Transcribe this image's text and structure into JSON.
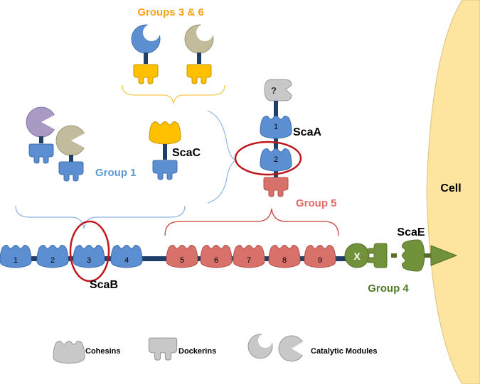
{
  "labels": {
    "groups_3_6": "Groups 3 & 6",
    "group_1": "Group 1",
    "group_5": "Group 5",
    "group_4": "Group 4",
    "scac": "ScaC",
    "scaa": "ScaA",
    "scab": "ScaB",
    "scae": "ScaE",
    "cell": "Cell",
    "unknown_module": "?"
  },
  "scab_cohesins": [
    "1",
    "2",
    "3",
    "4"
  ],
  "scab_cohesins_group5": [
    "5",
    "6",
    "7",
    "8",
    "9"
  ],
  "scaa_cohesins": [
    "1",
    "2"
  ],
  "x_module": "X",
  "legend": {
    "cohesins": "Cohesins",
    "dockerins": "Dockerins",
    "catalytic": "Catalytic Modules"
  },
  "colors": {
    "blue": "#5b8fd1",
    "red": "#d9716b",
    "green": "#71913a",
    "orange": "#ffc000",
    "gray": "#c8c8c8",
    "purple": "#a99ac4",
    "khaki": "#c2bc9c",
    "cell": "#fde5a0",
    "backbone": "#1f3f66",
    "highlight": "#c0171c"
  }
}
